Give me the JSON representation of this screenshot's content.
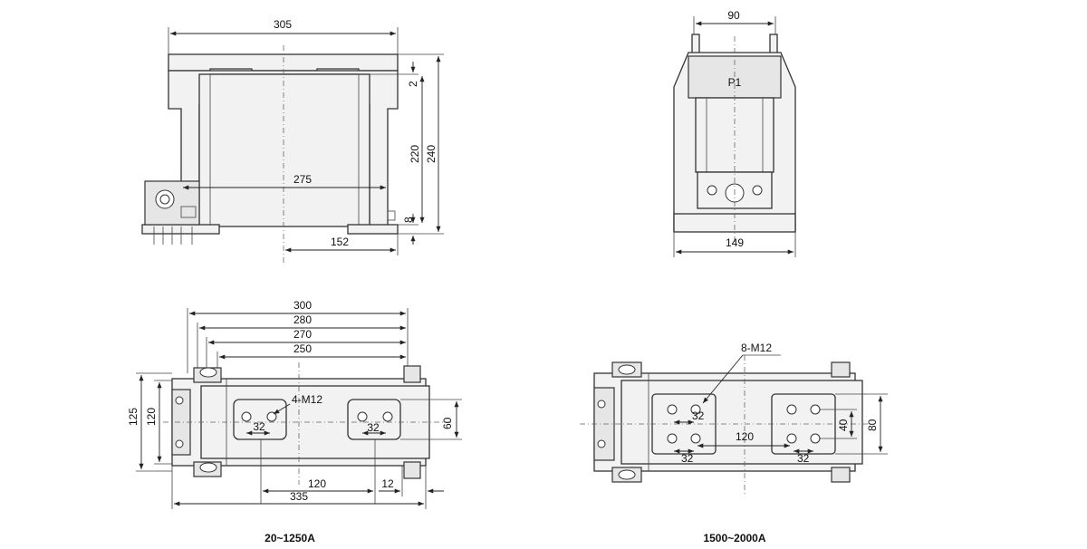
{
  "front_view": {
    "width_top": "305",
    "inner_width": "275",
    "right_offset": "152",
    "top_gap": "2",
    "body_height": "220",
    "total_height": "240",
    "base_height": "8"
  },
  "side_view": {
    "top_width": "90",
    "terminal_label": "P1",
    "base_width": "149"
  },
  "plan_small": {
    "dim_300": "300",
    "dim_280": "280",
    "dim_270": "270",
    "dim_250": "250",
    "dim_125": "125",
    "dim_120_vert": "120",
    "thread_callout": "4-M12",
    "pitch_left": "32",
    "pitch_right": "32",
    "dim_60": "60",
    "dim_120_horiz": "120",
    "dim_12": "12",
    "dim_335": "335",
    "caption": "20~1250A"
  },
  "plan_large": {
    "thread_callout": "8-M12",
    "pitch_1": "32",
    "pitch_2": "32",
    "pitch_3": "32",
    "dim_120": "120",
    "dim_40": "40",
    "dim_80": "80",
    "caption": "1500~2000A"
  }
}
